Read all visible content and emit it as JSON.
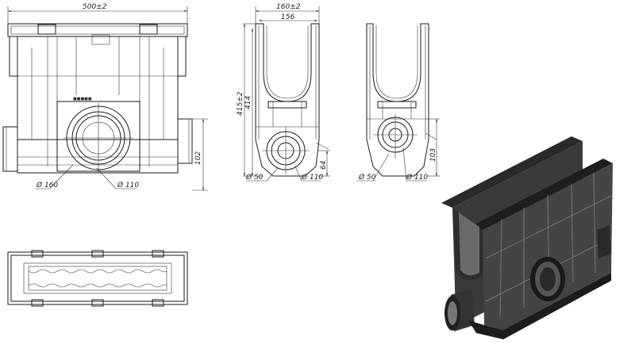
{
  "drawing": {
    "front_view": {
      "width_label": "500±2",
      "height_label": "102",
      "dia_large": "Ø 160",
      "dia_small": "Ø 110"
    },
    "side_view_a": {
      "top_width": "160±2",
      "inner_width": "156",
      "total_height": "415±2",
      "inner_height": "414",
      "outlet_height": "64",
      "dia_small": "Ø 50",
      "dia_large": "Ø 110"
    },
    "side_view_b": {
      "outlet_height": "103",
      "dia_small": "Ø 50",
      "dia_large": "Ø 110"
    }
  },
  "colors": {
    "line": "#1a1a1a",
    "iso_body": "#3a3a3a",
    "iso_dark": "#1e1e1e",
    "iso_light": "#6a6a6a"
  }
}
